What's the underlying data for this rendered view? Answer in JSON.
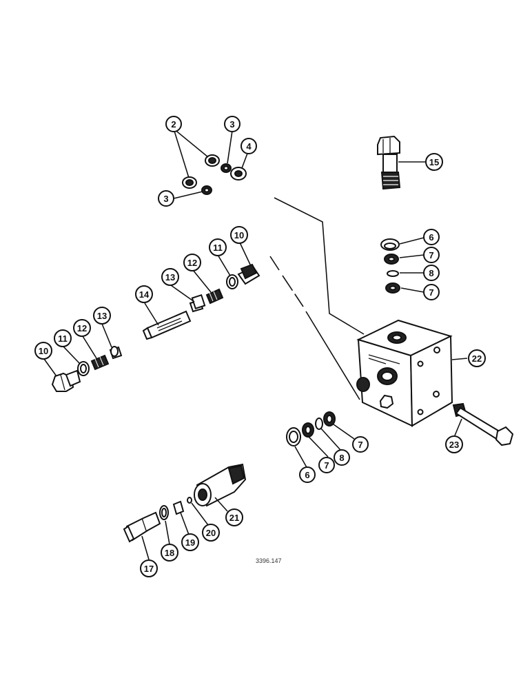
{
  "diagram": {
    "reference_code": "3396.147",
    "callouts": [
      {
        "id": "c2",
        "label": "2"
      },
      {
        "id": "c3a",
        "label": "3"
      },
      {
        "id": "c4",
        "label": "4"
      },
      {
        "id": "c3b",
        "label": "3"
      },
      {
        "id": "c15",
        "label": "15"
      },
      {
        "id": "c6a",
        "label": "6"
      },
      {
        "id": "c7a",
        "label": "7"
      },
      {
        "id": "c8a",
        "label": "8"
      },
      {
        "id": "c7b",
        "label": "7"
      },
      {
        "id": "c10a",
        "label": "10"
      },
      {
        "id": "c11a",
        "label": "11"
      },
      {
        "id": "c12a",
        "label": "12"
      },
      {
        "id": "c13a",
        "label": "13"
      },
      {
        "id": "c14",
        "label": "14"
      },
      {
        "id": "c10b",
        "label": "10"
      },
      {
        "id": "c11b",
        "label": "11"
      },
      {
        "id": "c12b",
        "label": "12"
      },
      {
        "id": "c13b",
        "label": "13"
      },
      {
        "id": "c22",
        "label": "22"
      },
      {
        "id": "c23",
        "label": "23"
      },
      {
        "id": "c7c",
        "label": "7"
      },
      {
        "id": "c8b",
        "label": "8"
      },
      {
        "id": "c7d",
        "label": "7"
      },
      {
        "id": "c6b",
        "label": "6"
      },
      {
        "id": "c21",
        "label": "21"
      },
      {
        "id": "c20",
        "label": "20"
      },
      {
        "id": "c19",
        "label": "19"
      },
      {
        "id": "c18",
        "label": "18"
      },
      {
        "id": "c17",
        "label": "17"
      }
    ]
  }
}
